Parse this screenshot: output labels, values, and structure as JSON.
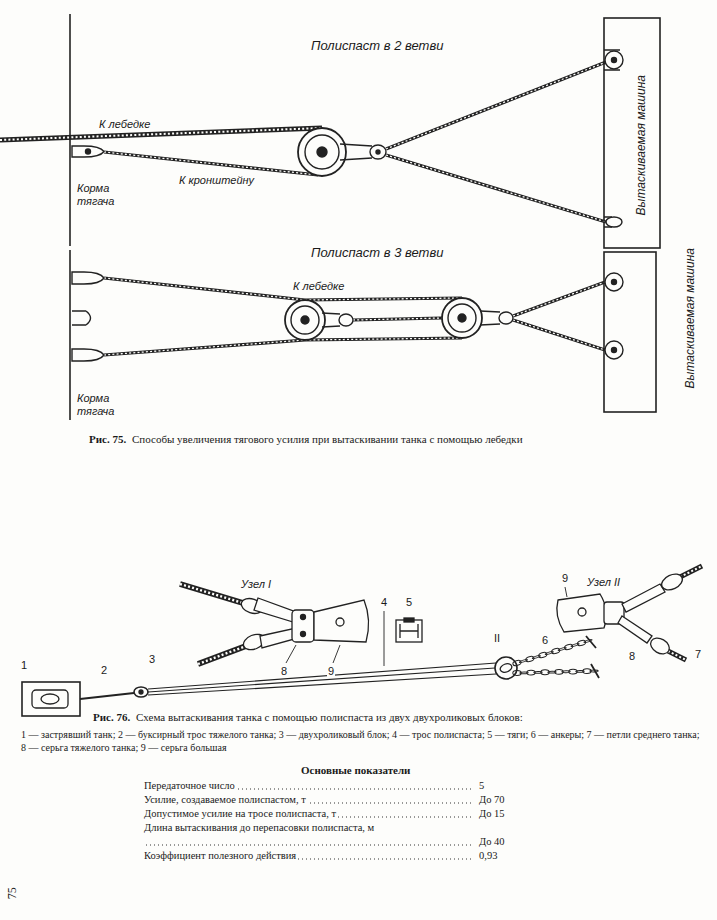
{
  "diagram": {
    "labels": [
      "Полиспаст в 2 ветви",
      "К лебедке",
      "К кронштейну",
      "Корма тягача",
      "Вытаскиваемая машина",
      "Полиспаст в 3 ветви",
      "К лебедке",
      "Корма тягача",
      "Вытаскиваемая машина",
      "Рис. 75.",
      "Способы увеличения тягового усилия при вытаскивании танка с помощью лебедки",
      "Узел I",
      "Узел II",
      "1",
      "2",
      "3",
      "4",
      "5",
      "II",
      "6",
      "8",
      "9",
      "9",
      "8",
      "7",
      "Рис. 76.",
      "Схема вытаскивания танка с помощью полиспаста из двух двухроликовых блоков:",
      "1 — застрявший танк; 2 — буксирный трос тяжелого танка; 3 — двухроликовый блок; 4 — трос полиспаста; 5 — тяги; 6 — анкеры; 7 — петли среднего танка; 8 — серьга тяжелого танка; 9 — серьга большая",
      "Основные показатели",
      "Передаточное число",
      "5",
      "Усилие, создаваемое полиспастом, т",
      "До 70",
      "Допустимое усилие на тросе полиспаста, т",
      "До 15",
      "Длина вытаскивания до перепасовки полиспаста, м",
      "До 40",
      "Коэффициент полезного действия",
      "0,93",
      "75"
    ]
  }
}
